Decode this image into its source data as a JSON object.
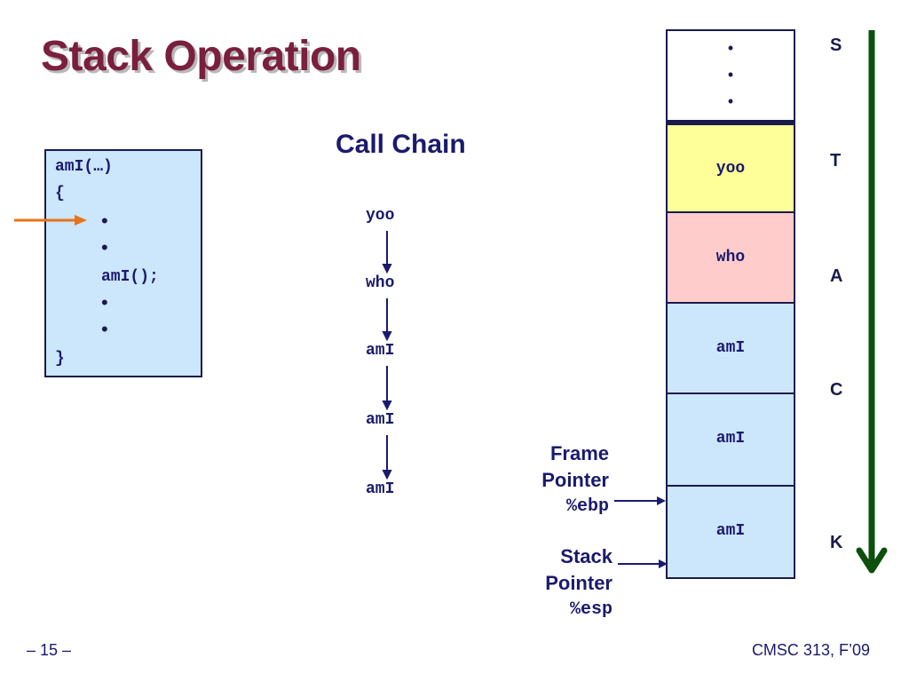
{
  "slide": {
    "title": "Stack Operation",
    "page_number": "– 15 –",
    "course": "CMSC 313, F’09"
  },
  "code": {
    "lines": [
      "amI(…)",
      "{",
      "•",
      "•",
      "amI();",
      "•",
      "•",
      "}"
    ]
  },
  "call_chain": {
    "title": "Call Chain",
    "items": [
      "yoo",
      "who",
      "amI",
      "amI",
      "amI"
    ]
  },
  "stack": {
    "top_dots": [
      "•",
      "•",
      "•"
    ],
    "frames": [
      {
        "label": "yoo",
        "color": "#ffff99"
      },
      {
        "label": "who",
        "color": "#ffcccc"
      },
      {
        "label": "amI",
        "color": "#cce6fb"
      },
      {
        "label": "amI",
        "color": "#cce6fb"
      },
      {
        "label": "amI",
        "color": "#cce6fb"
      }
    ],
    "side_letters": [
      "S",
      "T",
      "A",
      "C",
      "K"
    ],
    "growth_arrow_color": "#0d4f0d"
  },
  "pointers": {
    "frame_pointer": {
      "line1": "Frame",
      "line2": "Pointer",
      "register": "%ebp"
    },
    "stack_pointer": {
      "line1": "Stack",
      "line2": "Pointer",
      "register": "%esp"
    }
  },
  "colors": {
    "title": "#7a1f3d",
    "text": "#1a1a6e",
    "current_line_arrow": "#e8731a"
  }
}
